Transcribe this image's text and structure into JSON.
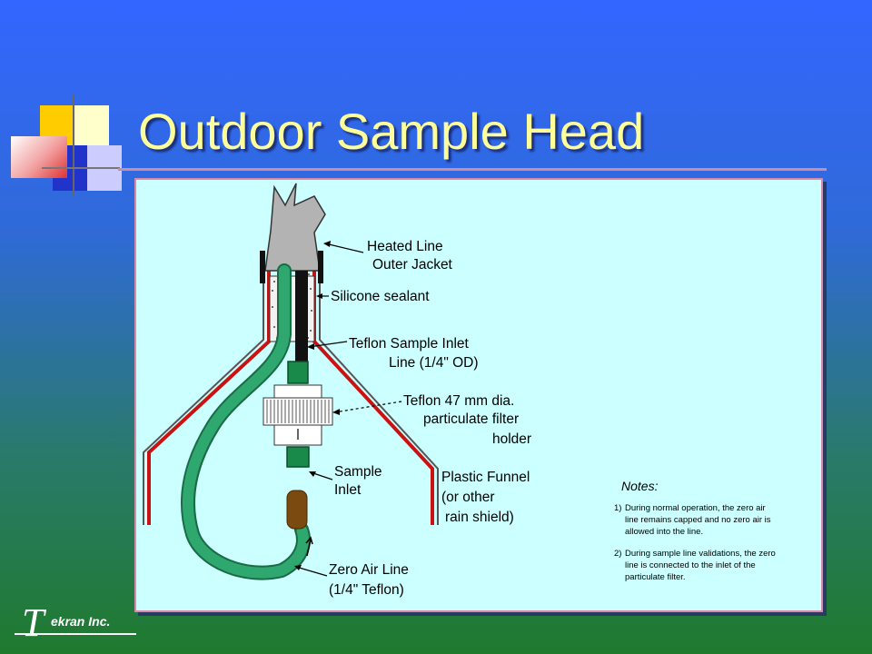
{
  "slide": {
    "title": "Outdoor Sample Head"
  },
  "colors": {
    "title": "#ffff99",
    "panel": "#ccffff",
    "funnel": "#cc1111",
    "tube": "#2ea86e",
    "jacket": "#b3b3b3"
  },
  "diagram": {
    "labels": {
      "heated_line": [
        "Heated Line",
        "Outer Jacket"
      ],
      "silicone": [
        "Silicone sealant"
      ],
      "teflon_inlet": [
        "Teflon Sample Inlet",
        "Line (1/4\" OD)"
      ],
      "filter_holder": [
        "Teflon 47 mm dia.",
        "particulate filter",
        "holder"
      ],
      "sample_inlet": [
        "Sample",
        "Inlet"
      ],
      "funnel": [
        "Plastic Funnel",
        "(or other",
        "rain shield)"
      ],
      "zero_air": [
        "Zero Air Line",
        "(1/4\" Teflon)"
      ]
    },
    "notes": {
      "heading": "Notes:",
      "items": [
        [
          "1)",
          "During normal operation, the zero air",
          "line remains capped and no zero air is",
          "allowed into the line."
        ],
        [
          "2)",
          "During sample line validations, the zero",
          "line is connected to the inlet of the",
          "particulate filter."
        ]
      ]
    }
  },
  "logo": {
    "letter": "T",
    "text": "ekran  Inc."
  }
}
